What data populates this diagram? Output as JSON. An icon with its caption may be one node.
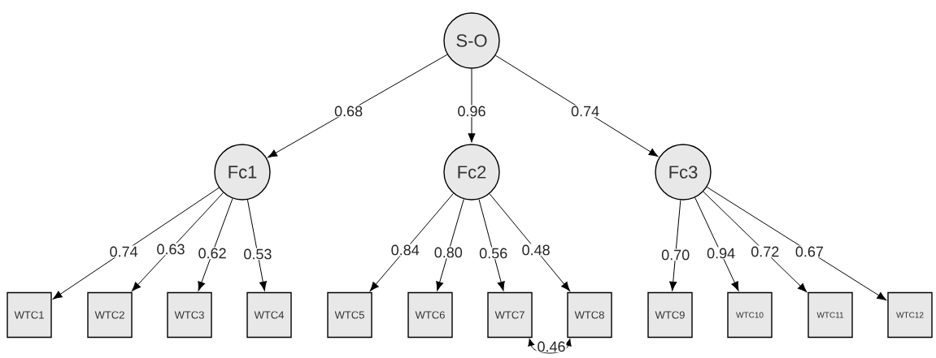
{
  "diagram": {
    "nodes": [
      {
        "text": [
          "S-O"
        ]
      },
      {
        "text": [
          "Fc1"
        ]
      },
      {
        "text": [
          "Fc2"
        ]
      },
      {
        "text": [
          "Fc3"
        ]
      },
      {
        "text": [
          "WTC1"
        ]
      },
      {
        "text": [
          "WTC2"
        ]
      },
      {
        "text": [
          "WTC3"
        ]
      },
      {
        "text": [
          "WTC4"
        ]
      },
      {
        "text": [
          "WTC5"
        ]
      },
      {
        "text": [
          "WTC6"
        ]
      },
      {
        "text": [
          "WTC7"
        ]
      },
      {
        "text": [
          "WTC8"
        ]
      },
      {
        "text": [
          "WTC9"
        ]
      },
      {
        "text": [
          "WTC10"
        ]
      },
      {
        "text": [
          "WTC11"
        ]
      },
      {
        "text": [
          "WTC12"
        ]
      }
    ],
    "edges": [
      {
        "from": 0,
        "to": 1,
        "arrow": "to",
        "label": "0.68"
      },
      {
        "from": 0,
        "to": 2,
        "arrow": "to",
        "label": "0.96"
      },
      {
        "from": 0,
        "to": 3,
        "arrow": "to",
        "label": "0.74"
      },
      {
        "from": 1,
        "to": 4,
        "arrow": "to",
        "label": "0.74"
      },
      {
        "from": 1,
        "to": 5,
        "arrow": "to",
        "label": "0.63"
      },
      {
        "from": 1,
        "to": 6,
        "arrow": "to",
        "label": "0.62"
      },
      {
        "from": 1,
        "to": 7,
        "arrow": "to",
        "label": "0.53"
      },
      {
        "from": 2,
        "to": 8,
        "arrow": "to",
        "label": "0.84"
      },
      {
        "from": 2,
        "to": 9,
        "arrow": "to",
        "label": "0.80"
      },
      {
        "from": 2,
        "to": 10,
        "arrow": "to",
        "label": "0.56"
      },
      {
        "from": 2,
        "to": 11,
        "arrow": "to",
        "label": "0.48"
      },
      {
        "from": 3,
        "to": 12,
        "arrow": "to",
        "label": "0.70"
      },
      {
        "from": 3,
        "to": 13,
        "arrow": "to",
        "label": "0.94"
      },
      {
        "from": 3,
        "to": 14,
        "arrow": "to",
        "label": "0.72"
      },
      {
        "from": 3,
        "to": 15,
        "arrow": "to",
        "label": "0.67"
      },
      {
        "from": 10,
        "to": 11,
        "arrow": "both",
        "label": "0.46"
      }
    ]
  }
}
